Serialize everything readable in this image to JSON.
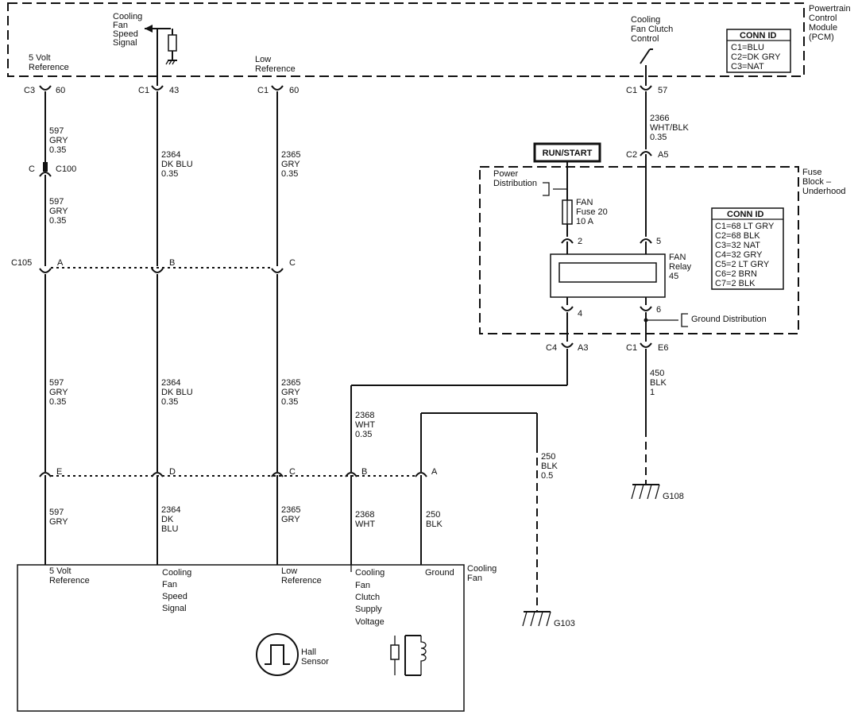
{
  "pcm": {
    "title_lines": [
      "Powertrain",
      "Control",
      "Module",
      "(PCM)"
    ]
  },
  "pcm_conn": {
    "header": "CONN ID",
    "rows": [
      "C1=BLU",
      "C2=DK GRY",
      "C3=NAT"
    ]
  },
  "fb_conn": {
    "header": "CONN ID",
    "rows": [
      "C1=68 LT GRY",
      "C2=68 BLK",
      "C3=32 NAT",
      "C4=32 GRY",
      "C5=2 LT GRY",
      "C6=2 BRN",
      "C7=2 BLK"
    ]
  },
  "fuse_block": {
    "title_lines": [
      "Fuse",
      "Block –",
      "Underhood"
    ]
  },
  "cooling_fan": {
    "title_lines": [
      "Cooling",
      "Fan"
    ]
  },
  "run_start": "RUN/START",
  "labels": {
    "fan_speed_signal": [
      "Cooling",
      "Fan",
      "Speed",
      "Signal"
    ],
    "fan_clutch_control": [
      "Cooling",
      "Fan Clutch",
      "Control"
    ],
    "five_volt_ref": [
      "5 Volt",
      "Reference"
    ],
    "low_ref": [
      "Low",
      "Reference"
    ],
    "power_dist": [
      "Power",
      "Distribution"
    ],
    "fuse": [
      "FAN",
      "Fuse 20",
      "10 A"
    ],
    "relay": [
      "FAN",
      "Relay",
      "45"
    ],
    "ground_dist": "Ground Distribution",
    "g108": "G108",
    "g103": "G103",
    "hall": [
      "Hall",
      "Sensor"
    ]
  },
  "pins": {
    "c3_60": [
      "C3",
      "60"
    ],
    "c1_43": [
      "C1",
      "43"
    ],
    "c1_60": [
      "C1",
      "60"
    ],
    "c1_57": [
      "C1",
      "57"
    ],
    "c2_a5": [
      "C2",
      "A5"
    ],
    "c100": [
      "C",
      "C100"
    ],
    "c105": "C105",
    "row1": [
      "A",
      "B",
      "C"
    ],
    "row2": [
      "E",
      "D",
      "C",
      "B",
      "A"
    ],
    "relay_pins": [
      "2",
      "5",
      "4",
      "6"
    ],
    "c4_a3": [
      "C4",
      "A3"
    ],
    "c1_e6": [
      "C1",
      "E6"
    ]
  },
  "wires": {
    "w597a": [
      "597",
      "GRY",
      "0.35"
    ],
    "w597b": [
      "597",
      "GRY",
      "0.35"
    ],
    "w597c": [
      "597",
      "GRY",
      "0.35"
    ],
    "w597d": [
      "597",
      "GRY"
    ],
    "w2364a": [
      "2364",
      "DK BLU",
      "0.35"
    ],
    "w2364b": [
      "2364",
      "DK BLU",
      "0.35"
    ],
    "w2364c": [
      "2364",
      "DK",
      "BLU"
    ],
    "w2365a": [
      "2365",
      "GRY",
      "0.35"
    ],
    "w2365b": [
      "2365",
      "GRY",
      "0.35"
    ],
    "w2365c": [
      "2365",
      "GRY"
    ],
    "w2366": [
      "2366",
      "WHT/BLK",
      "0.35"
    ],
    "w2368a": [
      "2368",
      "WHT",
      "0.35"
    ],
    "w2368b": [
      "2368",
      "WHT"
    ],
    "w250a": [
      "250",
      "BLK",
      "0.5"
    ],
    "w250b": [
      "250",
      "BLK"
    ],
    "w450": [
      "450",
      "BLK",
      "1"
    ]
  },
  "fan_pins": {
    "p1": [
      "5 Volt",
      "Reference"
    ],
    "p2": [
      "Cooling",
      "Fan",
      "Speed",
      "Signal"
    ],
    "p3": [
      "Low",
      "Reference"
    ],
    "p4": [
      "Cooling",
      "Fan",
      "Clutch",
      "Supply",
      "Voltage"
    ],
    "p5": [
      "Ground"
    ]
  }
}
